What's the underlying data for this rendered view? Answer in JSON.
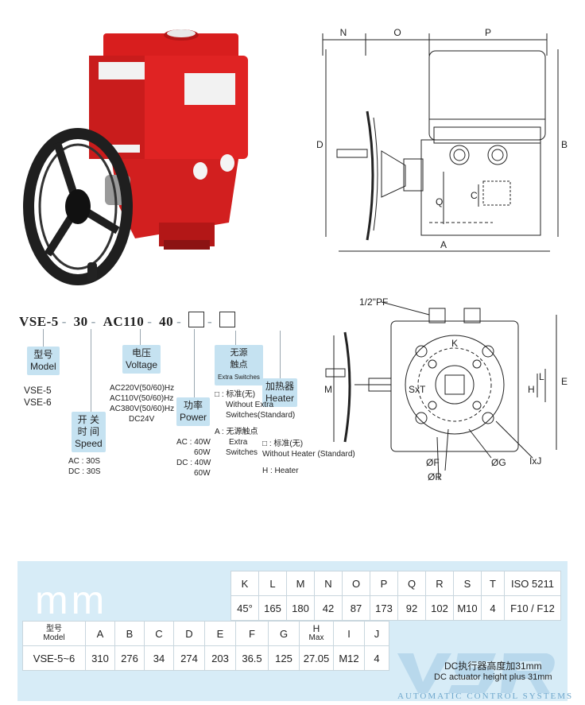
{
  "model_code": {
    "prefix": "VSE-5",
    "speed": "30",
    "voltage": "AC110",
    "power": "40",
    "dash": "-"
  },
  "tags": {
    "model": {
      "cn": "型号",
      "en": "Model"
    },
    "speed": {
      "cn_a": "开 关",
      "cn_b": "时 间",
      "en": "Speed"
    },
    "voltage": {
      "cn": "电压",
      "en": "Voltage"
    },
    "power": {
      "cn": "功率",
      "en": "Power"
    },
    "switch": {
      "cn_a": "无源",
      "cn_b": "触点",
      "en": "Extra Switches"
    },
    "heater": {
      "cn": "加热器",
      "en": "Heater"
    }
  },
  "notes": {
    "models": [
      "VSE-5",
      "VSE-6"
    ],
    "speeds": [
      "AC : 30S",
      "DC : 30S"
    ],
    "voltages": [
      "AC220V(50/60)Hz",
      "AC110V(50/60)Hz",
      "AC380V(50/60)Hz",
      "DC24V"
    ],
    "powers": [
      "AC : 40W",
      "60W",
      "DC : 40W",
      "60W"
    ],
    "switch_std": "□ : 标准(无)",
    "switch_std_en_a": "Without   Extra",
    "switch_std_en_b": "Switches(Standard)",
    "switch_a": "A : 无源触点",
    "switch_a_en_a": "Extra",
    "switch_a_en_b": "Switches",
    "heater_std": "□ : 标准(无)",
    "heater_std_en": "Without Heater (Standard)",
    "heater_h": "H : Heater"
  },
  "drawing_top": {
    "N": "N",
    "O": "O",
    "P": "P",
    "D": "D",
    "B": "B",
    "Q": "Q",
    "C": "C",
    "A": "A"
  },
  "drawing_bottom": {
    "pf": "1/2\"PF",
    "K": "K",
    "M": "M",
    "E": "E",
    "H": "H",
    "L": "L",
    "SxT": "SxT",
    "F": "ØF",
    "R": "ØR",
    "G": "ØG",
    "IxJ": "IxJ"
  },
  "unit": "mm",
  "table1": {
    "headers": [
      "K",
      "L",
      "M",
      "N",
      "O",
      "P",
      "Q",
      "R",
      "S",
      "T",
      "ISO 5211"
    ],
    "values": [
      "45°",
      "165",
      "180",
      "42",
      "87",
      "173",
      "92",
      "102",
      "M10",
      "4",
      "F10 / F12"
    ]
  },
  "table2": {
    "model_cn": "型号",
    "model_en": "Model",
    "headers": [
      "A",
      "B",
      "C",
      "D",
      "E",
      "F",
      "G",
      "H",
      "I",
      "J"
    ],
    "h_sub": "Max",
    "row_label": "VSE-5~6",
    "values": [
      "310",
      "276",
      "34",
      "274",
      "203",
      "36.5",
      "125",
      "27.05",
      "M12",
      "4"
    ]
  },
  "footer": {
    "dc_note_cn": "DC执行器高度加31mm",
    "dc_note_en": "DC actuator height plus 31mm",
    "company": "AUTOMATIC CONTROL SYSTEMS"
  },
  "colors": {
    "actuator_red": "#e02323",
    "band_blue": "#d7ecf7",
    "tag_blue": "#c5e2f1"
  }
}
